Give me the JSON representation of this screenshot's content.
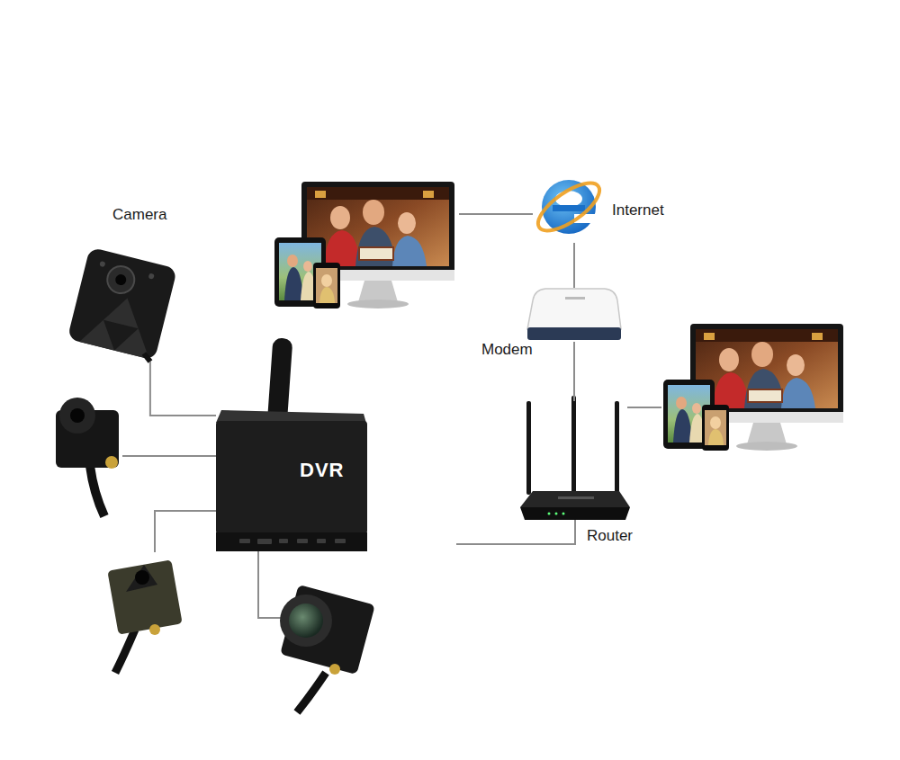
{
  "diagram": {
    "nodes": [
      {
        "text": [
          "Camera"
        ]
      },
      {
        "text": [
          "Internet"
        ]
      },
      {
        "text": [
          "Modem"
        ]
      },
      {
        "text": [
          "DVR"
        ]
      },
      {
        "text": [
          "Router"
        ]
      }
    ],
    "edges": [
      {
        "from": 0,
        "to": 3,
        "arrow": "none"
      },
      {
        "from": 1,
        "to": 2,
        "arrow": "none"
      },
      {
        "from": 2,
        "to": 4,
        "arrow": "none"
      },
      {
        "from": 3,
        "to": 4,
        "arrow": "none"
      }
    ]
  }
}
